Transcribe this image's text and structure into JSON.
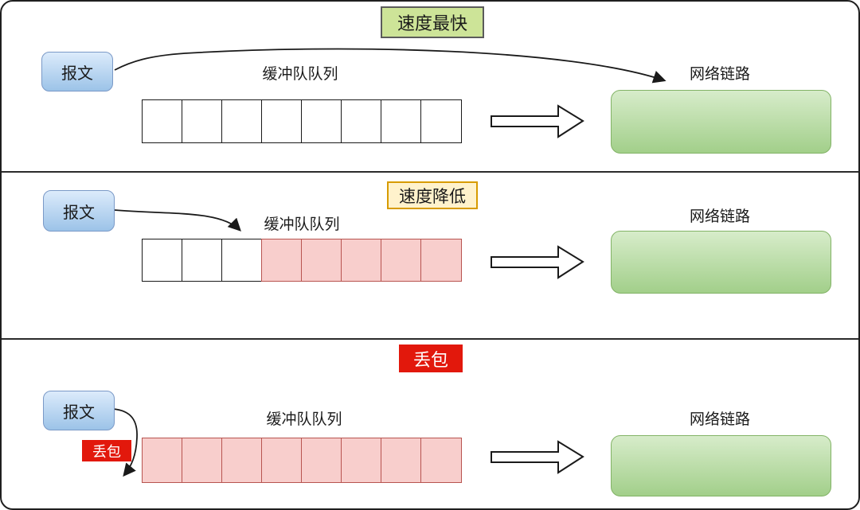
{
  "sections": [
    {
      "id": "fastest",
      "title": "速度最快",
      "message_label": "报文",
      "queue_label": "缓冲队队列",
      "link_label": "网络链路",
      "queue": {
        "total": 8,
        "filled": 0
      }
    },
    {
      "id": "slowdown",
      "title": "速度降低",
      "message_label": "报文",
      "queue_label": "缓冲队队列",
      "link_label": "网络链路",
      "queue": {
        "total": 8,
        "filled": 5
      }
    },
    {
      "id": "packet-loss",
      "title": "丢包",
      "message_label": "报文",
      "drop_label": "丢包",
      "queue_label": "缓冲队队列",
      "link_label": "网络链路",
      "queue": {
        "total": 8,
        "filled": 8
      }
    }
  ],
  "colors": {
    "message_box_fill_top": "#dcebfb",
    "message_box_fill_bottom": "#9cc3e8",
    "message_box_border": "#7a99c7",
    "network_link_fill_top": "#d7ecca",
    "network_link_fill_bottom": "#a2cf8a",
    "network_link_border": "#82b366",
    "queue_empty_fill": "#ffffff",
    "queue_empty_border": "#1a1a1a",
    "queue_filled_fill": "#f8cecc",
    "queue_filled_border": "#b85450",
    "title_fastest_bg": "#cde498",
    "title_fastest_border": "#5b5b5b",
    "title_slowdown_bg": "#fff2cc",
    "title_slowdown_border": "#d79b00",
    "title_drop_bg": "#e2180c",
    "title_drop_text": "#ffffff",
    "arrow_color": "#1a1a1a"
  }
}
